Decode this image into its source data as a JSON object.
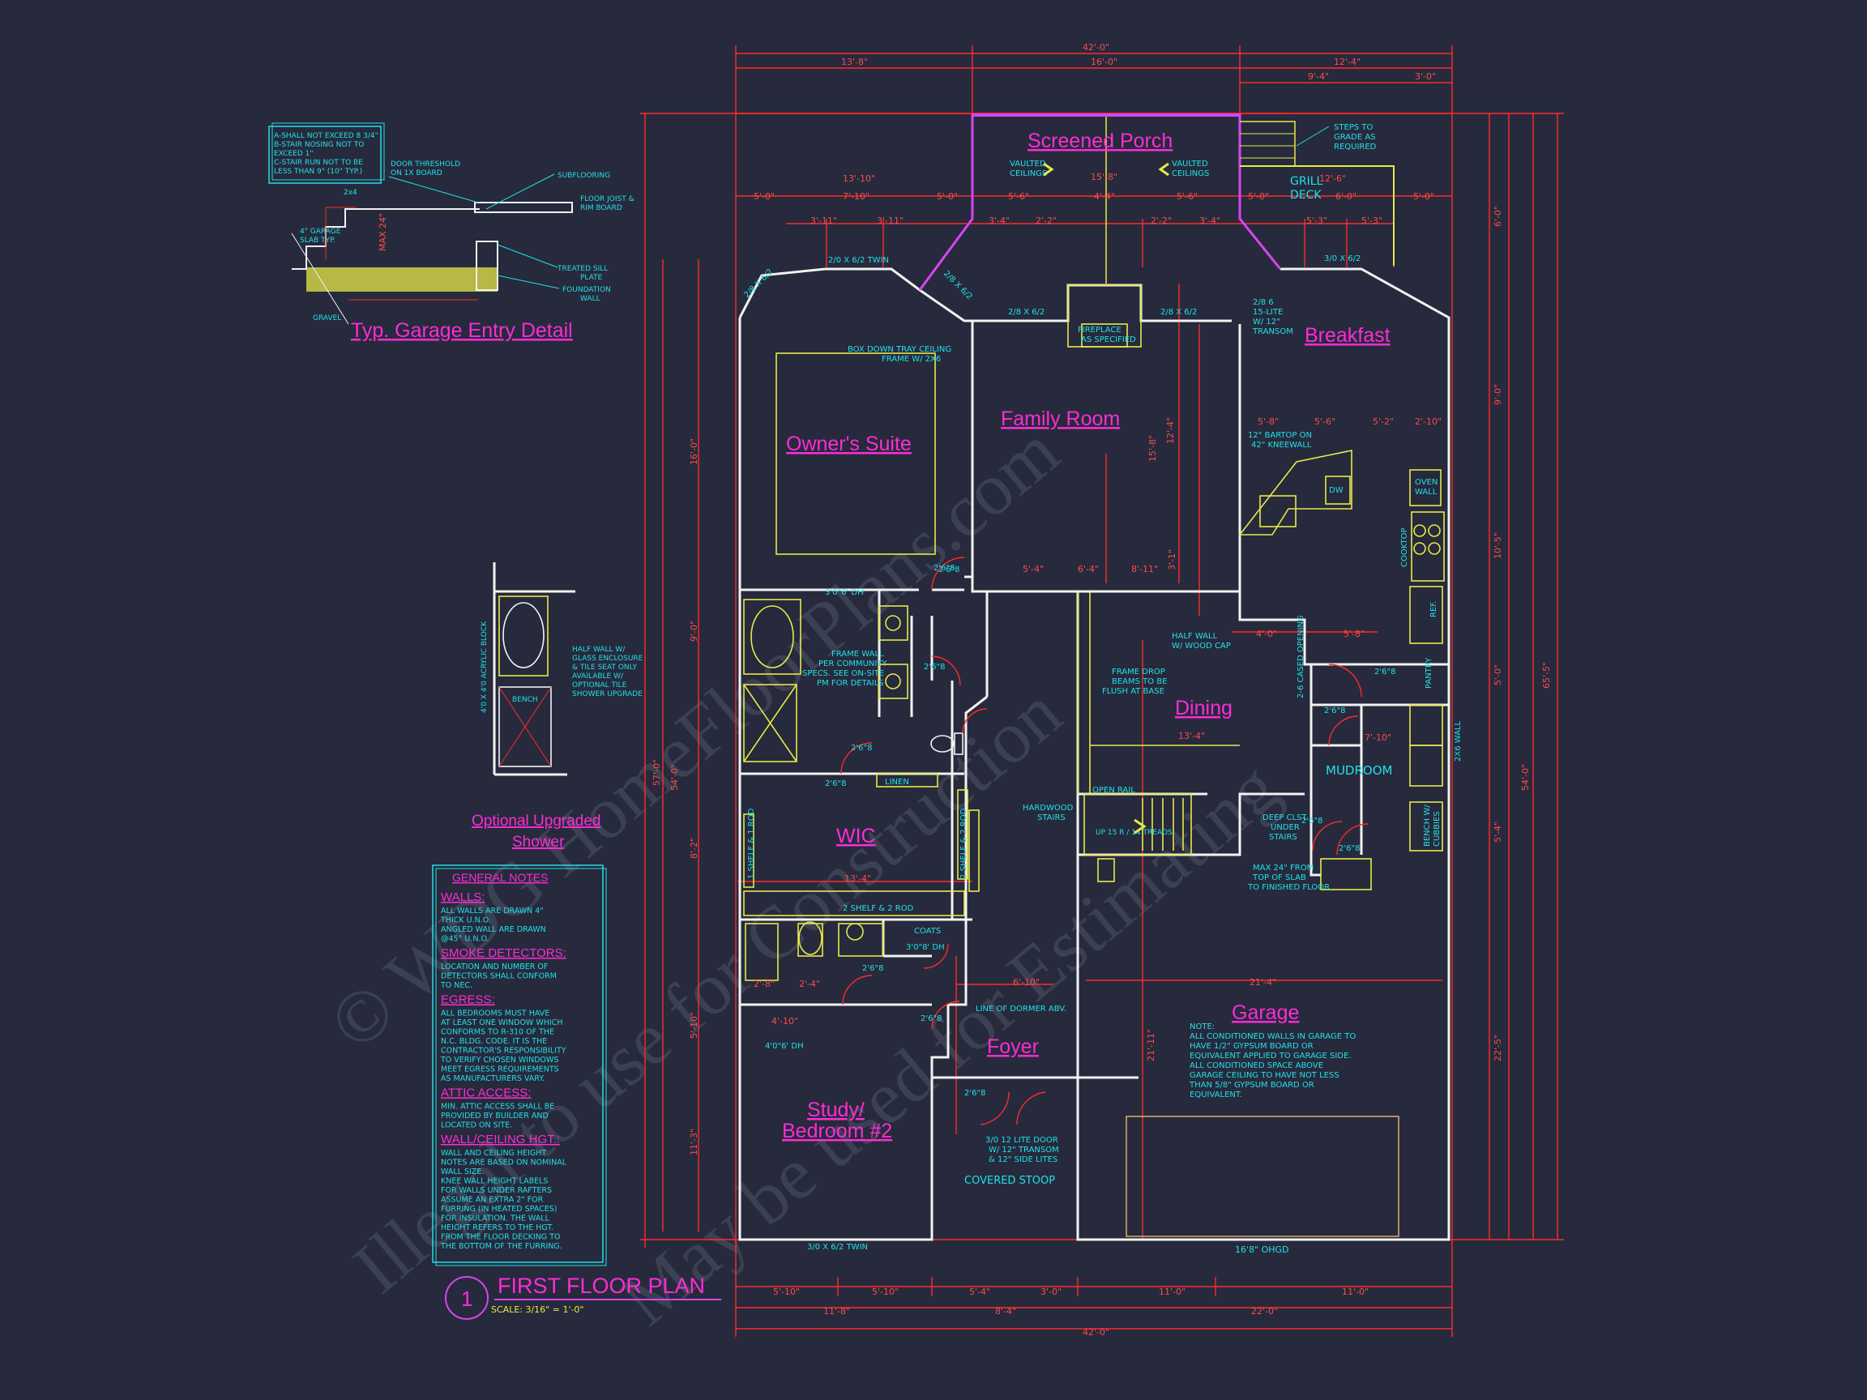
{
  "colors": {
    "background": "#262a3c",
    "walls": "#f2f2f2",
    "dimension": "#ff2a2a",
    "label": "#ff2bd6",
    "note": "#22e0e8",
    "fixture": "#e8e84a"
  },
  "watermark": {
    "line1": "© WDG  HomeFloorPlans.com",
    "line2": "Illegal to use for Construction",
    "line3": "May be used for Estimating"
  },
  "rooms": {
    "screened_porch": "Screened Porch",
    "owners_suite": "Owner's Suite",
    "family_room": "Family Room",
    "breakfast": "Breakfast",
    "dining": "Dining",
    "wic": "WIC",
    "garage": "Garage",
    "foyer": "Foyer",
    "study_line1": "Study/",
    "study_line2": "Bedroom #2",
    "mudroom": "MUDROOM"
  },
  "labels": {
    "grill_deck_1": "GRILL",
    "grill_deck_2": "DECK",
    "steps_1": "STEPS TO",
    "steps_2": "GRADE AS",
    "steps_3": "REQUIRED",
    "vaulted_1": "VAULTED",
    "vaulted_2": "CEILINGS",
    "fireplace_1": "FIREPLACE",
    "fireplace_2": "AS SPECIFIED",
    "tray_1": "BOX DOWN TRAY CEILING",
    "tray_2": "FRAME W/ 2X6",
    "transom_1": "2/8 6",
    "transom_2": "15-LITE",
    "transom_3": "W/ 12\"",
    "transom_4": "TRANSOM",
    "bartop_1": "12\" BARTOP ON",
    "bartop_2": "42\" KNEEWALL",
    "dw": "DW",
    "oven_1": "OVEN",
    "oven_2": "WALL",
    "cooktop": "COOKTOP",
    "ref": "REF.",
    "pantry": "PANTRY",
    "cased_opening": "2-6 CASED OPENING",
    "half_wall_1": "HALF WALL",
    "half_wall_2": "W/ WOOD CAP",
    "frame_drop_1": "FRAME DROP",
    "frame_drop_2": "BEAMS TO BE",
    "frame_drop_3": "FLUSH AT BASE",
    "frame_wall_1": "FRAME WALL",
    "frame_wall_2": "PER COMMUNITY",
    "frame_wall_3": "SPECS. SEE ON-SITE",
    "frame_wall_4": "PM FOR DETAILS",
    "linen": "LINEN",
    "shelf_rod": "2 SHELF & 2 ROD",
    "shelf_rod_side": "1 SHELF & 1 ROD",
    "coats": "COATS",
    "open_rail": "OPEN RAIL",
    "hardwood_1": "HARDWOOD",
    "hardwood_2": "STAIRS",
    "up_treads": "UP 15 R / 14 TREADS",
    "deep_closet_1": "DEEP CLST.",
    "deep_closet_2": "UNDER",
    "deep_closet_3": "STAIRS",
    "max_24_1": "MAX 24\" FROM",
    "max_24_2": "TOP OF SLAB",
    "max_24_3": "TO FINISHED FLOOR",
    "bench_1": "BENCH W/",
    "bench_2": "CUBBIES",
    "wall_2x6": "2X6 WALL",
    "dormer": "LINE OF DORMER ABV.",
    "door_1": "3/0 12 LITE DOOR",
    "door_2": "W/ 12\" TRANSOM",
    "door_3": "& 12\" SIDE LITES",
    "covered_stoop": "COVERED STOOP",
    "garage_door": "16'8\" OHGD",
    "garage_note": [
      "NOTE:",
      "ALL CONDITIONED WALLS IN GARAGE TO",
      "HAVE 1/2\" GYPSUM BOARD OR",
      "EQUIVALENT APPLIED TO GARAGE SIDE.",
      "ALL CONDITIONED SPACE ABOVE",
      "GARAGE CEILING TO HAVE NOT LESS",
      "THAN 5/8\" GYPSUM BOARD OR",
      "EQUIVALENT."
    ],
    "dh_owner": "3'0\"6' DH",
    "dh_coats": "3'0\"8' DH",
    "dh_study": "4'0\"6' DH",
    "win_twin_top": "2/0 X 6/2 TWIN",
    "win_28_a": "2/8 X 6/2",
    "win_28_b": "2/8 X 6/2",
    "win_28_c": "2/8 X 6/2",
    "win_28_d": "2/8 X 6/2",
    "win_30_breakfast": "3/0 X 6/2",
    "win_study": "3/0 X 6/2 TWIN",
    "door_26": "2'6\"8"
  },
  "garage_detail": {
    "title": "Typ. Garage Entry Detail",
    "box": [
      "A-SHALL NOT EXCEED 8 3/4\"",
      "B-STAIR NOSING NOT TO",
      "   EXCEED 1\"",
      "C-STAIR RUN NOT TO BE",
      "   LESS THAN 9\" (10\" TYP.)"
    ],
    "callouts": {
      "threshold_1": "DOOR THRESHOLD",
      "threshold_2": "ON 1X BOARD",
      "subflooring": "SUBFLOORING",
      "joist_1": "FLOOR JOIST &",
      "joist_2": "RIM BOARD",
      "sill_1": "TREATED SILL",
      "sill_2": "PLATE",
      "foundation_1": "FOUNDATION",
      "foundation_2": "WALL",
      "slab_1": "4\" GARAGE",
      "slab_2": "SLAB TYP.",
      "gravel": "GRAVEL",
      "stud": "2x4",
      "max": "MAX 24\""
    }
  },
  "shower_detail": {
    "title_1": "Optional Upgraded",
    "title_2": "Shower",
    "note": [
      "HALF WALL W/",
      "GLASS ENCLOSURE",
      "& TILE SEAT ONLY",
      "AVAILABLE W/",
      "OPTIONAL TILE",
      "SHOWER UPGRADE"
    ],
    "bench": "BENCH",
    "block": "4'0 X 4'0 ACRYLIC BLOCK"
  },
  "general_notes": {
    "title": "GENERAL NOTES",
    "sections": [
      {
        "heading": "WALLS:",
        "lines": [
          "ALL WALLS ARE DRAWN 4\"",
          "THICK U.N.O.",
          "ANGLED WALL ARE DRAWN",
          "@45° U.N.O."
        ]
      },
      {
        "heading": "SMOKE DETECTORS:",
        "lines": [
          "LOCATION AND NUMBER OF",
          "DETECTORS SHALL CONFORM",
          "TO NEC."
        ]
      },
      {
        "heading": "EGRESS:",
        "lines": [
          "ALL BEDROOMS MUST HAVE",
          "AT LEAST ONE WINDOW WHICH",
          "CONFORMS TO R-310 OF THE",
          "N.C. BLDG. CODE. IT IS THE",
          "CONTRACTOR'S RESPONSIBILITY",
          "TO VERIFY CHOSEN WINDOWS",
          "MEET EGRESS REQUIREMENTS",
          "AS MANUFACTURERS VARY."
        ]
      },
      {
        "heading": "ATTIC ACCESS:",
        "lines": [
          "MIN. ATTIC ACCESS SHALL BE",
          "PROVIDED BY BUILDER AND",
          "LOCATED ON SITE."
        ]
      },
      {
        "heading": "WALL/CEILING HGT.:",
        "lines": [
          "WALL AND CEILING HEIGHT",
          "NOTES ARE BASED ON NOMINAL",
          "WALL SIZE.",
          "KNEE WALL HEIGHT LABELS",
          "FOR WALLS UNDER RAFTERS",
          "ASSUME AN EXTRA 2\" FOR",
          "FURRING (IN HEATED SPACES)",
          "FOR INSULATION. THE WALL",
          "HEIGHT REFERS TO THE HGT.",
          "FROM THE FLOOR DECKING TO",
          "THE BOTTOM OF THE FURRING."
        ]
      }
    ]
  },
  "plan_title": {
    "number": "1",
    "title": "FIRST FLOOR PLAN",
    "scale": "SCALE: 3/16\" = 1'-0\""
  },
  "dimensions": {
    "top_overall": "42'-0\"",
    "top_row2": [
      "13'-8\"",
      "16'-0\"",
      "12'-4\""
    ],
    "top_row3": [
      "9'-4\"",
      "3'-0\""
    ],
    "porch_inner": [
      "13'-10\"",
      "12'-6\""
    ],
    "top_row4": [
      "5'-0\"",
      "7'-10\"",
      "5'-0\"",
      "5'-6\"",
      "4'-4\"",
      "5'-6\"",
      "5'-0\"",
      "6'-0\"",
      "5'-0\""
    ],
    "top_row5": [
      "3'-11\"",
      "3'-11\"",
      "3'-4\"",
      "2'-2\"",
      "2'-2\"",
      "3'-4\"",
      "5'-3\"",
      "5'-3\""
    ],
    "porch_center": "15'-8\"",
    "bottom_row1": [
      "5'-10\"",
      "5'-10\"",
      "5'-4\"",
      "3'-0\"",
      "11'-0\"",
      "11'-0\""
    ],
    "bottom_row2": [
      "11'-8\"",
      "8'-4\"",
      "22'-0\""
    ],
    "bottom_overall": "42'-0\"",
    "left": [
      "16'-0\"",
      "9'-0\"",
      "8'-2\"",
      "11'-3\"",
      "5'-10\"",
      "57'-0\"",
      "54'-0\""
    ],
    "right": [
      "6'-0\"",
      "9'-0\"",
      "10'-5\"",
      "5'-0\"",
      "5'-4\"",
      "22'-5\"",
      "65'-5\"",
      "54'-0\""
    ],
    "interior": [
      "5'-4\"",
      "6'-4\"",
      "8'-11\"",
      "3'-1\"",
      "5'-8\"",
      "5'-6\"",
      "5'-2\"",
      "2'-10\"",
      "5'-8\"",
      "4'-0\"",
      "7'-10\"",
      "13'-4\"",
      "15'-8\"",
      "12'-4\"",
      "21'-11\"",
      "21'-4\"",
      "6'-10\"",
      "13'-4\"",
      "4'-10\"",
      "2'-8\"",
      "2'-4\""
    ]
  }
}
